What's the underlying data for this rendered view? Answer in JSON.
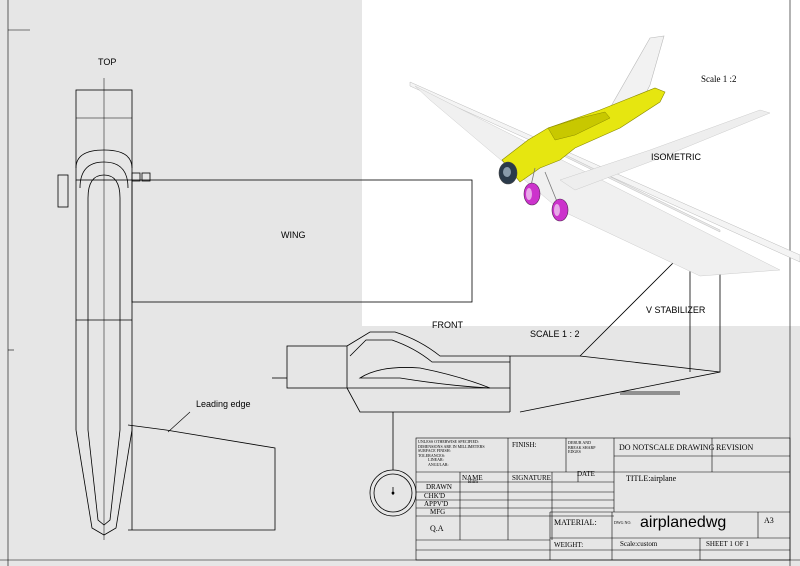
{
  "views": {
    "top": "TOP",
    "wing": "WING",
    "leading_edge": "Leading edge",
    "front": "FRONT",
    "front_scale": "SCALE 1 : 2",
    "v_stabilizer": "V STABILIZER",
    "isometric": "ISOMETRIC",
    "iso_scale": "Scale 1 :2"
  },
  "colors": {
    "fuselage": "#e6e610",
    "wheels": "#cc33cc",
    "background_gray": "#e6e6e6",
    "line": "#000000"
  },
  "title_block": {
    "notes": [
      "UNLESS OTHERWISE SPECIFIED:",
      "DIMENSIONS ARE IN MILLIMETERS",
      "SURFACE FINISH:",
      "TOLERANCES:",
      "LINEAR:",
      "ANGULAR:"
    ],
    "finish_label": "FINISH:",
    "deburr_lines": [
      "DEBUR AND",
      "BREAK SHARP",
      "EDGES"
    ],
    "do_not_scale": "DO NOTSCALE DRAWING",
    "revision_label": "REVISION",
    "headers": {
      "name": "NAME",
      "signature": "SIGNATURE",
      "date": "DATE"
    },
    "rows": [
      {
        "role": "DRAWN",
        "name": "Bilm"
      },
      {
        "role": "CHK'D",
        "name": ""
      },
      {
        "role": "APPV'D",
        "name": ""
      },
      {
        "role": "MFG",
        "name": ""
      },
      {
        "role": "Q.A",
        "name": ""
      }
    ],
    "title": "TITLE:airplane",
    "material_label": "MATERIAL:",
    "dwg_no_label": "DWG NO.",
    "dwg_no": "airplanedwg",
    "size": "A3",
    "weight_label": "WEIGHT:",
    "scale": "Scale:custom",
    "sheet": "SHEET 1 OF 1"
  }
}
